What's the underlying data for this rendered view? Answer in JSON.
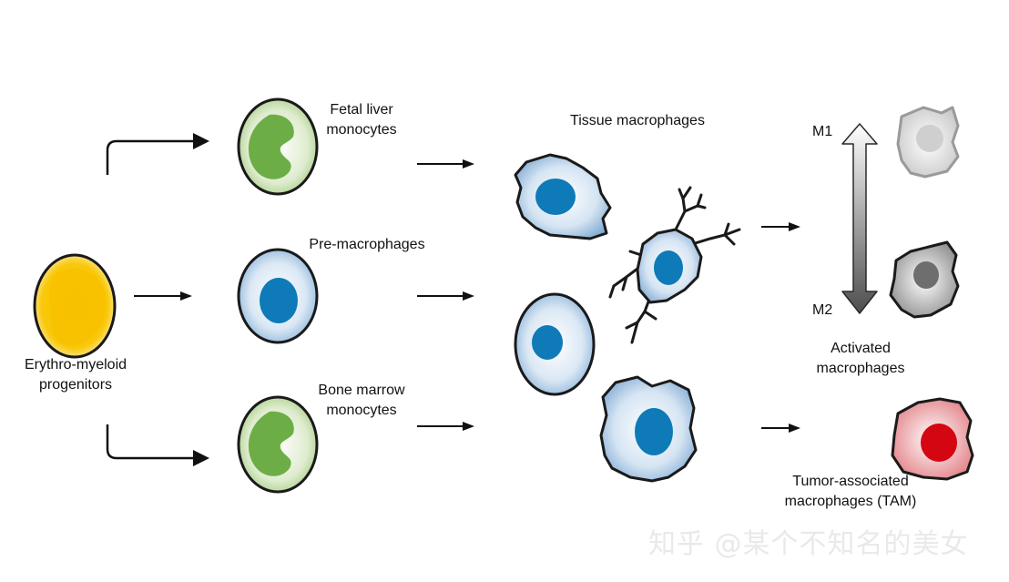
{
  "labels": {
    "progenitors_line1": "Erythro-myeloid",
    "progenitors_line2": "progenitors",
    "fetal_line1": "Fetal liver",
    "fetal_line2": "monocytes",
    "premac": "Pre-macrophages",
    "bone_line1": "Bone marrow",
    "bone_line2": "monocytes",
    "tissue": "Tissue macrophages",
    "m1": "M1",
    "m2": "M2",
    "activated_line1": "Activated",
    "activated_line2": "macrophages",
    "tam_line1": "Tumor-associated",
    "tam_line2": "macrophages (TAM)"
  },
  "watermark": "知乎 @某个不知名的美女",
  "colors": {
    "progenitor_fill": "#f7c600",
    "progenitor_halo": "#fbe9a8",
    "monocyte_body": "#d9e8c8",
    "monocyte_nucleus": "#6cae45",
    "macrophage_body": "#cfe0f0",
    "macrophage_nucleus": "#0e7ab8",
    "tam_body": "#f0b9bb",
    "tam_nucleus": "#d40612"
  }
}
